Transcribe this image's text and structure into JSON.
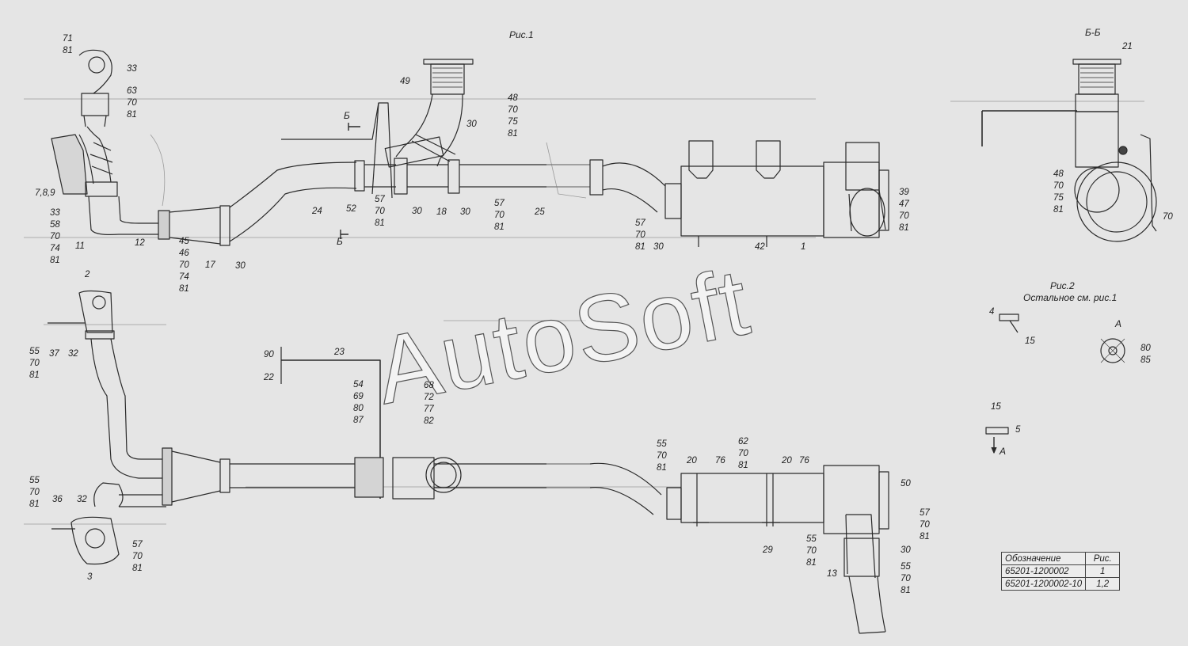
{
  "captions": {
    "fig1": "Рис.1",
    "section_bb": "Б-Б",
    "fig2_title": "Рис.2",
    "fig2_note": "Остальное см. рис.1",
    "view_a_top": "А",
    "view_a_arrow": "А",
    "section_b_top": "Б",
    "section_b_bottom": "Б"
  },
  "watermark": "AutoSoft",
  "labels": [
    "71\n81",
    "33",
    "63\n70\n81",
    "7,8,9",
    "33\n58\n70\n74\n81",
    "11",
    "12",
    "45\n46\n70\n74\n81",
    "17",
    "30",
    "24",
    "52",
    "49",
    "30",
    "48\n70\n75\n81",
    "57\n70\n81",
    "30",
    "18",
    "30",
    "57\n70\n81",
    "25",
    "57\n70\n81",
    "30",
    "42",
    "1",
    "39\n47\n70\n81",
    "21",
    "48\n70\n75\n81",
    "70",
    "2",
    "55\n70\n81",
    "37",
    "32",
    "90",
    "22",
    "23",
    "54\n69\n80\n87",
    "68\n72\n77\n82",
    "55\n70\n81",
    "20",
    "76",
    "62\n70\n81",
    "20",
    "76",
    "50",
    "57\n70\n81",
    "55\n70\n81",
    "36",
    "32",
    "57\n70\n81",
    "3",
    "29",
    "55\n70\n81",
    "30",
    "55\n70\n81",
    "13",
    "4",
    "15",
    "80\n85",
    "15",
    "5"
  ],
  "table": {
    "headers": [
      "Обозначение",
      "Рис."
    ],
    "rows": [
      [
        "65201-1200002",
        "1"
      ],
      [
        "65201-1200002-10",
        "1,2"
      ]
    ]
  }
}
